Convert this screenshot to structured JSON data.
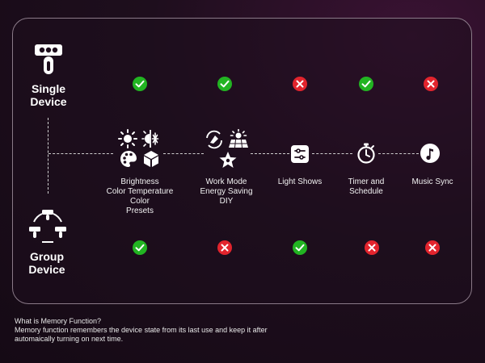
{
  "single_device": {
    "title_line1": "Single",
    "title_line2": "Device",
    "icon": "single-lamp-icon",
    "statuses": [
      "check",
      "check",
      "cross",
      "check",
      "cross"
    ]
  },
  "group_device": {
    "title_line1": "Group",
    "title_line2": "Device",
    "icon": "group-lamps-icon",
    "statuses": [
      "check",
      "cross",
      "check",
      "cross",
      "cross"
    ]
  },
  "features": [
    {
      "lines": [
        "Brightness",
        "Color Temperature",
        "Color",
        "Presets"
      ],
      "icons": [
        "sun-icon",
        "color-temperature-icon",
        "palette-icon",
        "cube-icon"
      ]
    },
    {
      "lines": [
        "Work Mode",
        "Energy Saving",
        "DIY"
      ],
      "icons": [
        "work-mode-icon",
        "solar-panel-icon",
        "diy-star-icon"
      ]
    },
    {
      "lines": [
        "Light Shows"
      ],
      "icons": [
        "light-shows-icon"
      ]
    },
    {
      "lines": [
        "Timer and",
        "Schedule"
      ],
      "icons": [
        "stopwatch-icon"
      ]
    },
    {
      "lines": [
        "Music Sync"
      ],
      "icons": [
        "music-note-icon"
      ]
    }
  ],
  "colors": {
    "check": "#22b422",
    "cross": "#e2242d",
    "background": "#1e0e1d",
    "card_border": "#8a7a88"
  },
  "info": {
    "line1": "What is Memory Function?",
    "line2": "Memory function remembers the device state from its last use and keep it after",
    "line3": "automaically turning on next time."
  }
}
